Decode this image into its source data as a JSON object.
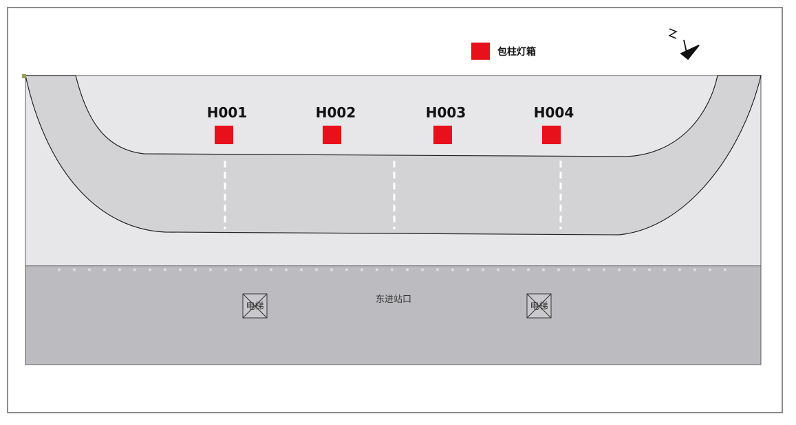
{
  "legend": {
    "label": "包柱灯箱",
    "color": "#e8101b"
  },
  "lightboxes": [
    {
      "id": "H001"
    },
    {
      "id": "H002"
    },
    {
      "id": "H003"
    },
    {
      "id": "H004"
    }
  ],
  "entrance": {
    "label": "东进站口"
  },
  "elevators": [
    {
      "label": "电梯"
    },
    {
      "label": "电梯"
    }
  ],
  "compass": {
    "icon": "north-arrow-icon"
  },
  "colors": {
    "lightbox": "#e8101b",
    "track": "#d3d3d5",
    "platform_area": "#e7e7e9",
    "hall_area": "#bcbbbf"
  }
}
